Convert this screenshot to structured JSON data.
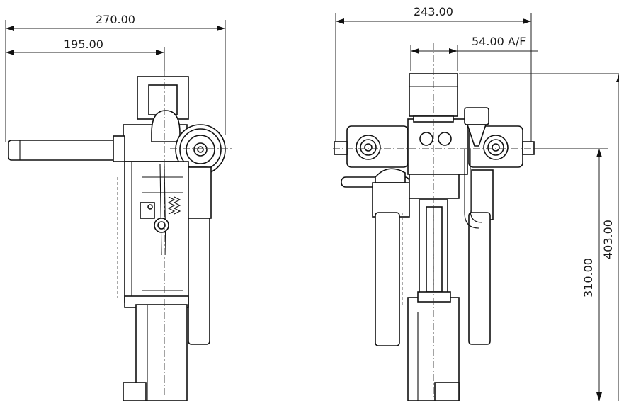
{
  "dimensions": {
    "side_overall_width": "270.00",
    "side_handle_width": "195.00",
    "front_overall_width": "243.00",
    "front_across_flats": "54.00 A/F",
    "front_height_lower": "310.00",
    "front_height_overall": "403.00"
  }
}
